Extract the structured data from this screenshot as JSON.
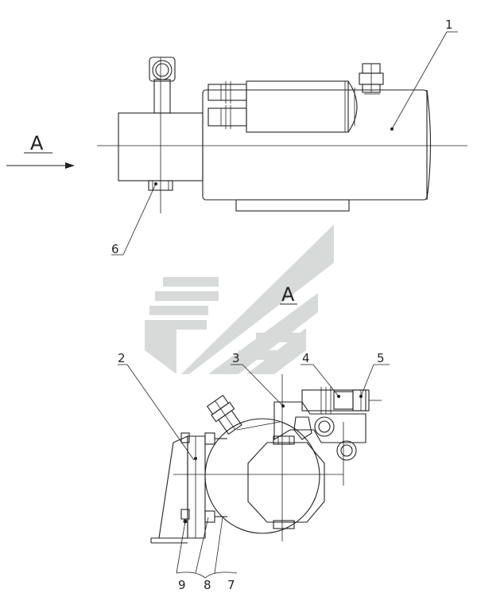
{
  "labels": {
    "p1": "1",
    "p2": "2",
    "p3": "3",
    "p4": "4",
    "p5": "5",
    "p6": "6",
    "p7": "7",
    "p8": "8",
    "p9": "9"
  },
  "views": {
    "direction_letter": "A"
  },
  "colors": {
    "line": "#222222",
    "watermark": "#d7dad9",
    "background": "#ffffff"
  }
}
